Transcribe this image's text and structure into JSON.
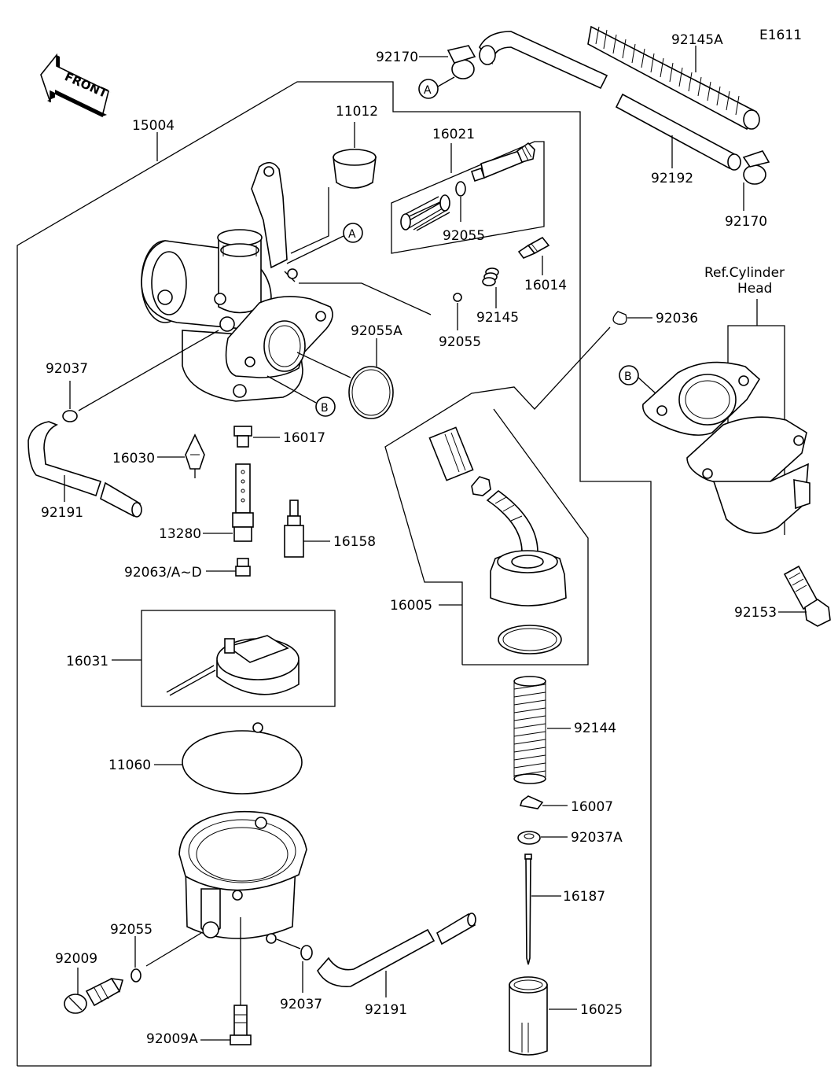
{
  "diagram": {
    "code": "E1611",
    "front_label": "FRONT",
    "ref_label_line1": "Ref.Cylinder",
    "ref_label_line2": "Head",
    "callouts": {
      "A": "A",
      "B": "B"
    },
    "parts": {
      "p15004": "15004",
      "p11012": "11012",
      "p16021": "16021",
      "p92055_top": "92055",
      "p16014": "16014",
      "p92145": "92145",
      "p92055_mid": "92055",
      "p92055A": "92055A",
      "p92037_left": "92037",
      "p16017": "16017",
      "p16030": "16030",
      "p92191_left": "92191",
      "p13280": "13280",
      "p16158": "16158",
      "p92063": "92063/A~D",
      "p16031": "16031",
      "p11060": "11060",
      "p92055_bottom": "92055",
      "p92009": "92009",
      "p92037_bottom": "92037",
      "p92191_bottom": "92191",
      "p92009A": "92009A",
      "p92170_top": "92170",
      "p92145A": "92145A",
      "p92192": "92192",
      "p92170_right": "92170",
      "p92036": "92036",
      "p92153": "92153",
      "p16005": "16005",
      "p92144": "92144",
      "p16007": "16007",
      "p92037A": "92037A",
      "p16187": "16187",
      "p16025": "16025"
    }
  }
}
